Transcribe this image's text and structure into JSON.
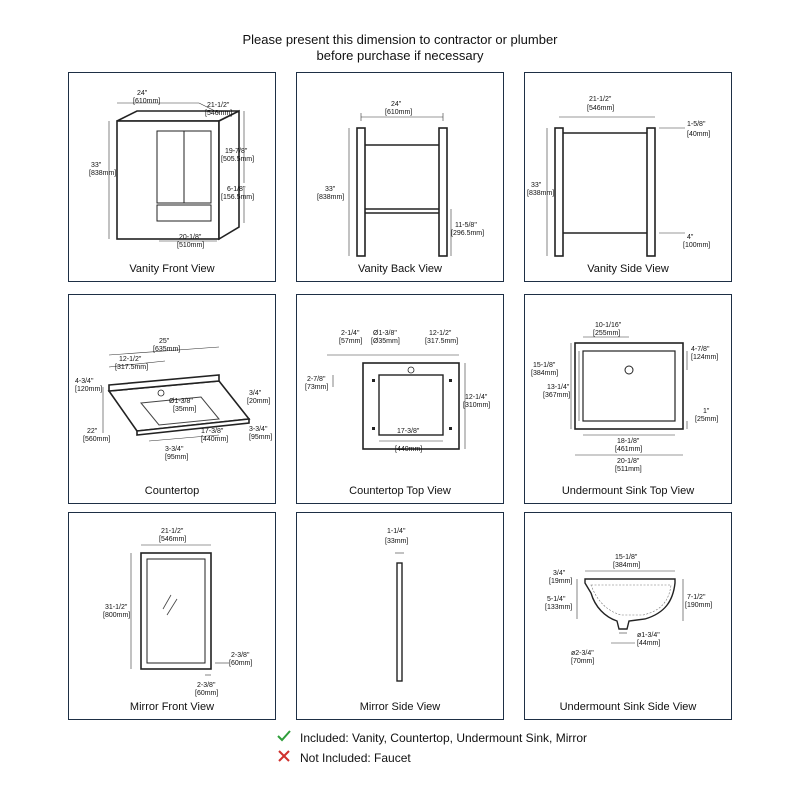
{
  "header": {
    "line1": "Please present this dimension to contractor or plumber",
    "line2": "before purchase if necessary"
  },
  "colors": {
    "frame": "#1e2f45",
    "check": "#2e9e3a",
    "cross": "#d0312d"
  },
  "panels": {
    "vanity_front": {
      "caption": "Vanity Front View",
      "labels": [
        "24\"",
        "[610mm]",
        "21-1/2\"",
        "[546mm]",
        "33\"",
        "[838mm]",
        "19-7/8\"",
        "[505.5mm]",
        "6-1/8\"",
        "[156.5mm]",
        "20-1/8\"",
        "[510mm]"
      ]
    },
    "vanity_back": {
      "caption": "Vanity Back View",
      "labels": [
        "24\"",
        "[610mm]",
        "33\"",
        "[838mm]",
        "11-5/8\"",
        "[296.5mm]"
      ]
    },
    "vanity_side": {
      "caption": "Vanity Side View",
      "labels": [
        "21-1/2\"",
        "[546mm]",
        "1-5/8\"",
        "[40mm]",
        "33\"",
        "[838mm]",
        "4\"",
        "[100mm]"
      ]
    },
    "countertop": {
      "caption": "Countertop",
      "labels": [
        "25\"",
        "[635mm]",
        "12-1/2\"",
        "[317.5mm]",
        "4-3/4\"",
        "[120mm]",
        "Ø1-3/8\"",
        "[35mm]",
        "3/4\"",
        "[20mm]",
        "22\"",
        "[560mm]",
        "17-3/8\"",
        "[440mm]",
        "3-3/4\"",
        "[95mm]",
        "3-3/4\"",
        "[95mm]"
      ]
    },
    "countertop_top": {
      "caption": "Countertop Top View",
      "labels": [
        "2-1/4\"",
        "[57mm]",
        "Ø1-3/8\"",
        "[Ø35mm]",
        "12-1/2\"",
        "[317.5mm]",
        "2-7/8\"",
        "[73mm]",
        "12-1/4\"",
        "[310mm]",
        "17-3/8\"",
        "[440mm]"
      ]
    },
    "sink_top": {
      "caption": "Undermount Sink Top View",
      "labels": [
        "10-1/16\"",
        "[255mm]",
        "15-1/8\"",
        "[384mm]",
        "4-7/8\"",
        "[124mm]",
        "13-1/4\"",
        "[367mm]",
        "1\"",
        "[25mm]",
        "18-1/8\"",
        "[461mm]",
        "20-1/8\"",
        "[511mm]"
      ]
    },
    "mirror_front": {
      "caption": "Mirror Front View",
      "labels": [
        "21-1/2\"",
        "[546mm]",
        "31-1/2\"",
        "[800mm]",
        "2-3/8\"",
        "[60mm]",
        "2-3/8\"",
        "[60mm]"
      ]
    },
    "mirror_side": {
      "caption": "Mirror Side View",
      "labels": [
        "1-1/4\"",
        "[33mm]"
      ]
    },
    "sink_side": {
      "caption": "Undermount Sink Side View",
      "labels": [
        "15-1/8\"",
        "[384mm]",
        "3/4\"",
        "[19mm]",
        "5-1/4\"",
        "[133mm]",
        "7-1/2\"",
        "[190mm]",
        "ø1-3/4\"",
        "[44mm]",
        "ø2-3/4\"",
        "[70mm]"
      ]
    }
  },
  "legend": {
    "included": {
      "icon": "check-icon",
      "text": "Included: Vanity, Countertop, Undermount Sink, Mirror"
    },
    "not_included": {
      "icon": "cross-icon",
      "text": "Not Included: Faucet"
    }
  }
}
